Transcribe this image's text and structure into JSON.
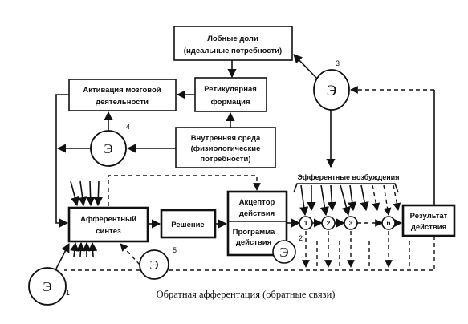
{
  "blocks": {
    "frontal_l1": "Лобные доли",
    "frontal_l2": "(идеальные потребности)",
    "activation_l1": "Активация мозговой",
    "activation_l2": "деятельности",
    "reticular_l1": "Ретикулярная",
    "reticular_l2": "формация",
    "internal_l1": "Внутренняя среда",
    "internal_l2": "(физиологические",
    "internal_l3": "потребности)",
    "afferent_l1": "Афферентный",
    "afferent_l2": "синтез",
    "decision": "Решение",
    "acceptor_l1": "Акцептор",
    "acceptor_l2": "действия",
    "program_l1": "Программа",
    "program_l2": "действия",
    "result_l1": "Результат",
    "result_l2": "действия"
  },
  "emotion_symbol": "Э",
  "emotion_numbers": {
    "n1": "1",
    "n2": "2",
    "n3": "3",
    "n4": "4",
    "n5": "5"
  },
  "efferent_label": "Эфферентные возбуждения",
  "efferent_nodes": [
    "1",
    "2",
    "3",
    "n"
  ],
  "caption": "Обратная афферентация (обратные связи)"
}
